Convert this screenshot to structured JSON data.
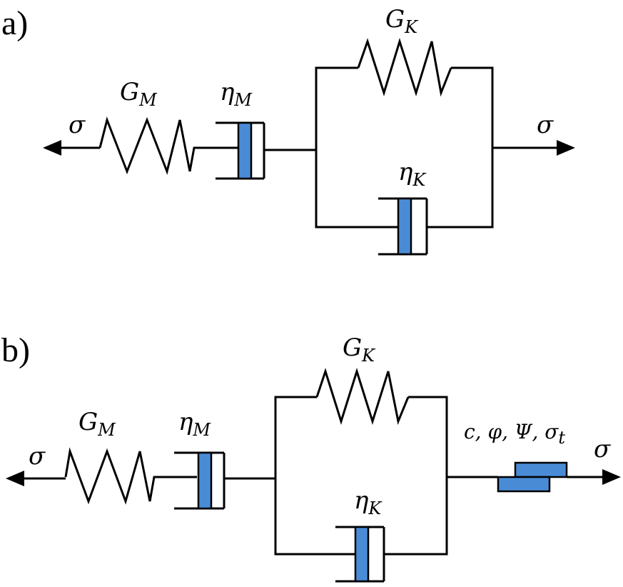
{
  "panel_a": {
    "label": "a)",
    "left_stress": "σ",
    "right_stress": "σ",
    "maxwell_spring": {
      "symbol": "G",
      "subscript": "M"
    },
    "maxwell_dashpot": {
      "symbol": "η",
      "subscript": "M"
    },
    "kelvin_spring": {
      "symbol": "G",
      "subscript": "K"
    },
    "kelvin_dashpot": {
      "symbol": "η",
      "subscript": "K"
    }
  },
  "panel_b": {
    "label": "b)",
    "left_stress": "σ",
    "right_stress": "σ",
    "maxwell_spring": {
      "symbol": "G",
      "subscript": "M"
    },
    "maxwell_dashpot": {
      "symbol": "η",
      "subscript": "M"
    },
    "kelvin_spring": {
      "symbol": "G",
      "subscript": "K"
    },
    "kelvin_dashpot": {
      "symbol": "η",
      "subscript": "K"
    },
    "plastic_slider": {
      "params": "c, φ, Ψ, σ",
      "last_subscript": "t"
    }
  },
  "colors": {
    "element_fill": "#4a8bd6",
    "line": "#000000",
    "background": "#ffffff"
  }
}
